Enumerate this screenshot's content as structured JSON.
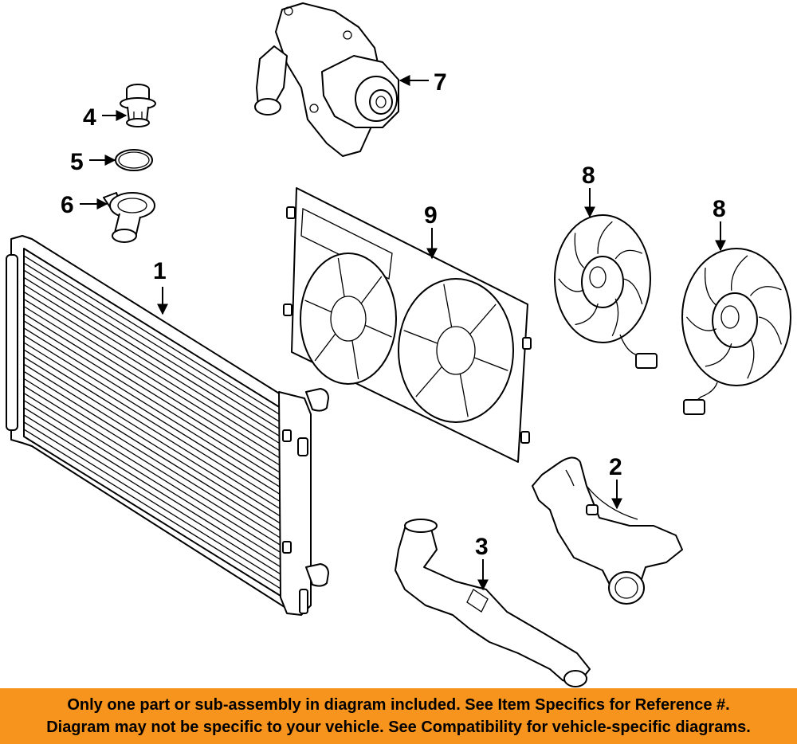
{
  "callouts": {
    "c1": "1",
    "c2": "2",
    "c3": "3",
    "c4": "4",
    "c5": "5",
    "c6": "6",
    "c7": "7",
    "c8a": "8",
    "c8b": "8",
    "c9": "9"
  },
  "banner": {
    "line1": "Only one part or sub-assembly in diagram included. See Item Specifics for Reference #.",
    "line2": "Diagram may not be specific to your vehicle. See Compatibility for vehicle-specific diagrams.",
    "background": "#f7941d"
  }
}
